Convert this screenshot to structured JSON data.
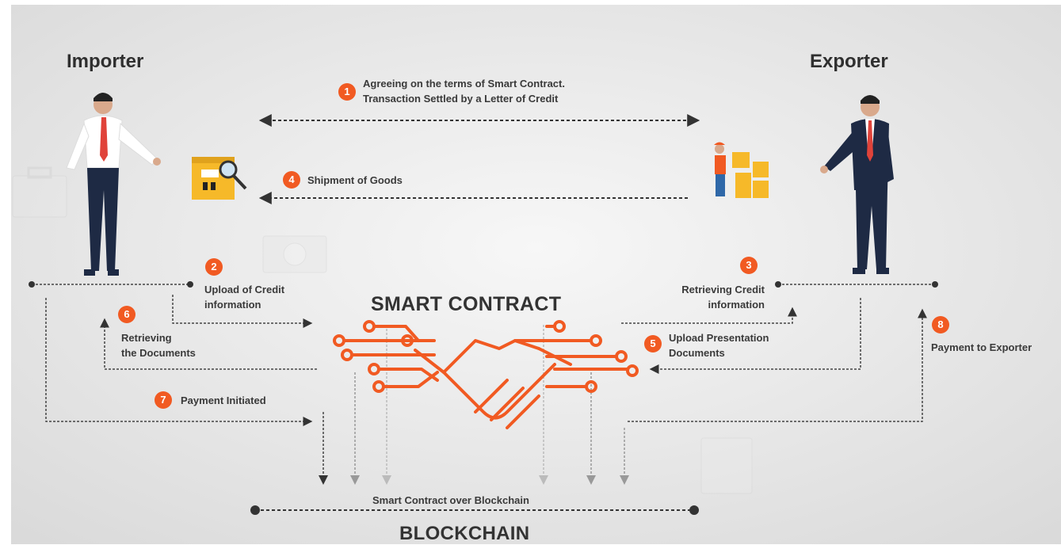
{
  "colors": {
    "accent": "#f15a22",
    "line": "#555555",
    "line_light": "#aaaaaa",
    "text": "#3a3a3a"
  },
  "actors": {
    "importer": "Importer",
    "exporter": "Exporter"
  },
  "steps": [
    {
      "num": "1",
      "lines": [
        "Agreeing on the terms of Smart Contract.",
        "Transaction Settled by a Letter of Credit"
      ]
    },
    {
      "num": "2",
      "lines": [
        "Upload of Credit",
        "information"
      ]
    },
    {
      "num": "3",
      "lines": [
        "Retrieving Credit",
        "information"
      ]
    },
    {
      "num": "4",
      "lines": [
        "Shipment of Goods"
      ]
    },
    {
      "num": "5",
      "lines": [
        "Upload Presentation",
        "Documents"
      ]
    },
    {
      "num": "6",
      "lines": [
        "Retrieving",
        "the Documents"
      ]
    },
    {
      "num": "7",
      "lines": [
        "Payment Initiated"
      ]
    },
    {
      "num": "8",
      "lines": [
        "Payment to Exporter"
      ]
    }
  ],
  "center": {
    "smart_contract": "SMART CONTRACT",
    "chain_label": "Smart Contract over Blockchain",
    "blockchain": "BLOCKCHAIN"
  },
  "icons": [
    "handshake-circuit-icon",
    "package-inspect-icon",
    "warehouse-worker-icon",
    "person-importer-icon",
    "person-exporter-icon",
    "briefcase-icon",
    "money-icon"
  ]
}
